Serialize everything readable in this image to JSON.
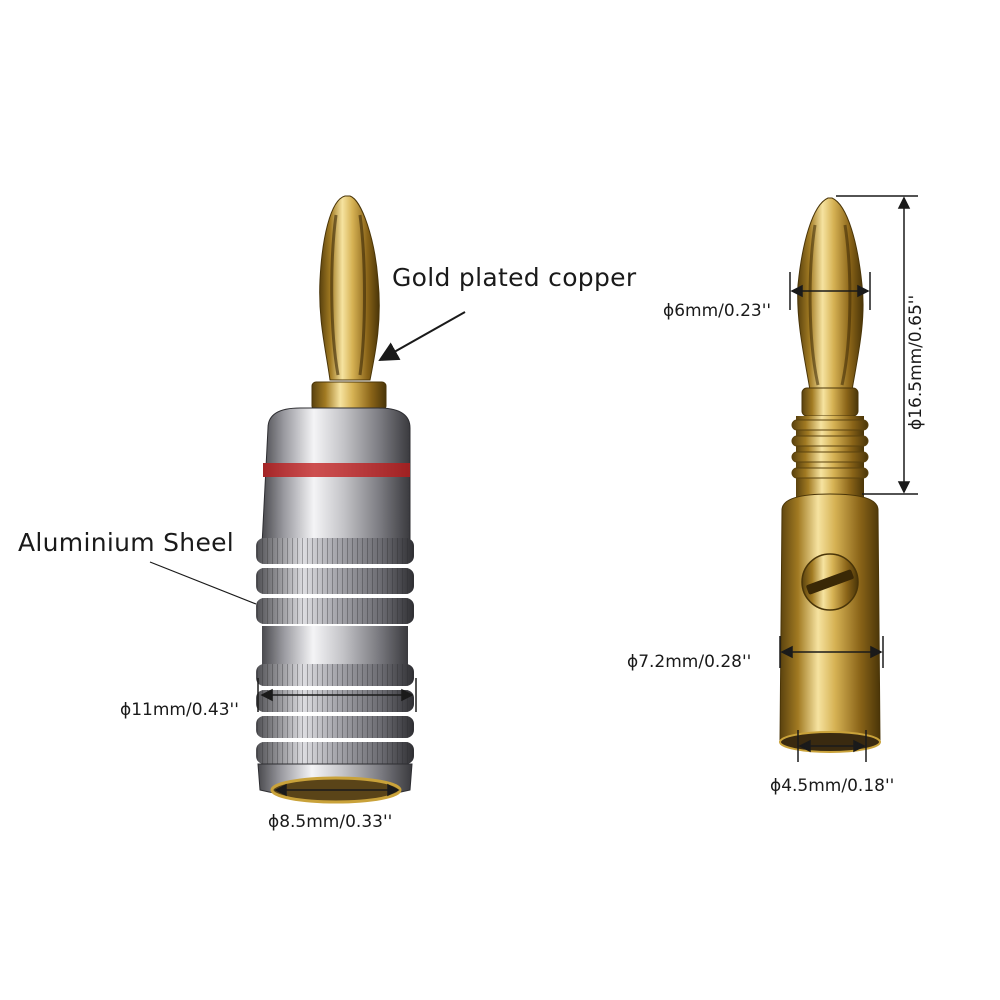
{
  "callouts": {
    "gold_plated": "Gold plated copper",
    "aluminium_shell": "Aluminium Sheel"
  },
  "dimensions": {
    "outer_diameter": "ϕ11mm/0.43''",
    "inner_diameter": "ϕ8.5mm/0.33''",
    "tip_diameter": "ϕ6mm/0.23''",
    "pin_length": "ϕ16.5mm/0.65''",
    "body_diameter": "ϕ7.2mm/0.28''",
    "bore_diameter": "ϕ4.5mm/0.18''"
  },
  "colors": {
    "gold": "#c9a23a",
    "silver": "#c8c8cc",
    "accent_ring": "#c01818"
  }
}
